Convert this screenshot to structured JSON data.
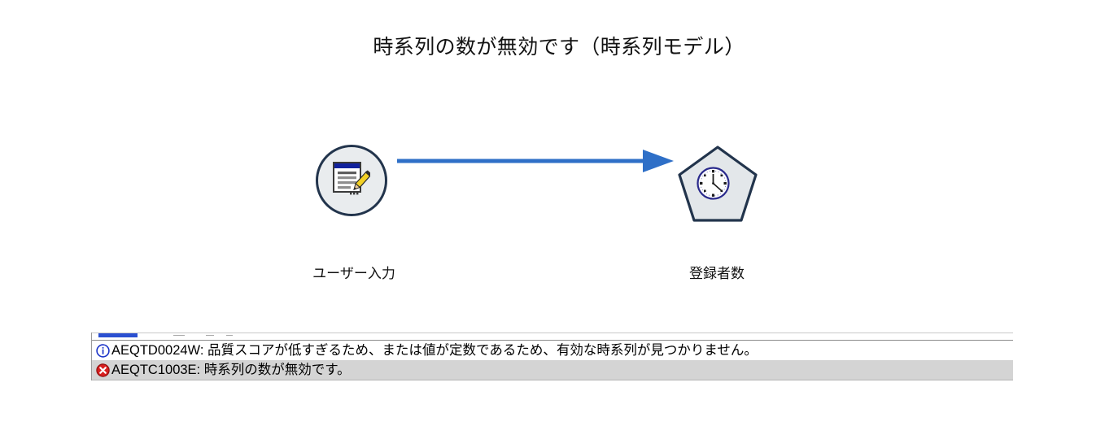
{
  "window": {
    "title": "時系列の数が無効です（時系列モデル）"
  },
  "diagram": {
    "nodes": [
      {
        "id": "user-input",
        "label": "ユーザー入力",
        "shape": "circle",
        "icon": "document-pencil-icon",
        "fill": "#e9ecee",
        "stroke": "#22344c"
      },
      {
        "id": "time-series",
        "label": "登録者数",
        "shape": "pentagon",
        "icon": "clock-icon",
        "fill": "#e3e7ea",
        "stroke": "#22344c"
      }
    ],
    "connector": {
      "from": "user-input",
      "to": "time-series",
      "color": "#2e6fc7",
      "arrow": "right-arrow-icon"
    }
  },
  "messages": {
    "rows": [
      {
        "severity": "info",
        "icon": "info-icon",
        "icon_color": "#1c34c8",
        "code": "AEQTD0024W:",
        "text": " 品質スコアが低すぎるため、または値が定数であるため、有効な時系列が見つかりません。",
        "selected": false
      },
      {
        "severity": "error",
        "icon": "error-icon",
        "icon_color": "#d81f1f",
        "code": "AEQTC1003E:",
        "text": " 時系列の数が無効です。",
        "selected": true
      }
    ]
  },
  "colors": {
    "accent_blue": "#2e6fc7",
    "node_stroke": "#22344c",
    "selection_gray": "#d4d4d4",
    "header_blue": "#2a4fd0"
  }
}
